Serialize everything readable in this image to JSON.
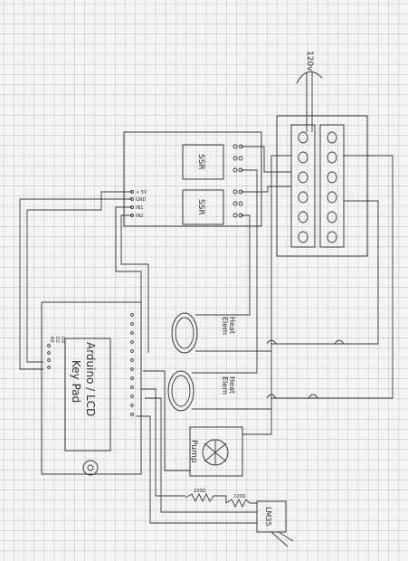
{
  "labels": {
    "power_in": "120v",
    "ssr_top": "SSR",
    "ssr_bottom": "SSR",
    "heat_element_1_line1": "Heat",
    "heat_element_1_line2": "Elem",
    "heat_element_2_line1": "Heat",
    "heat_element_2_line2": "Elem",
    "pump": "Pump",
    "arduino_line1": "Arduino / LCD",
    "arduino_line2": "Key Pad",
    "temp_sensor": "LM35",
    "pin_a": "+ 5V",
    "pin_b": "GND",
    "pin_c": "IN1",
    "pin_d": "IN2",
    "ard_pin_a": "A0",
    "ard_pin_b": "D2",
    "ard_pin_c": "D3",
    "res_1": "220Ω",
    "res_2": "220Ω"
  }
}
